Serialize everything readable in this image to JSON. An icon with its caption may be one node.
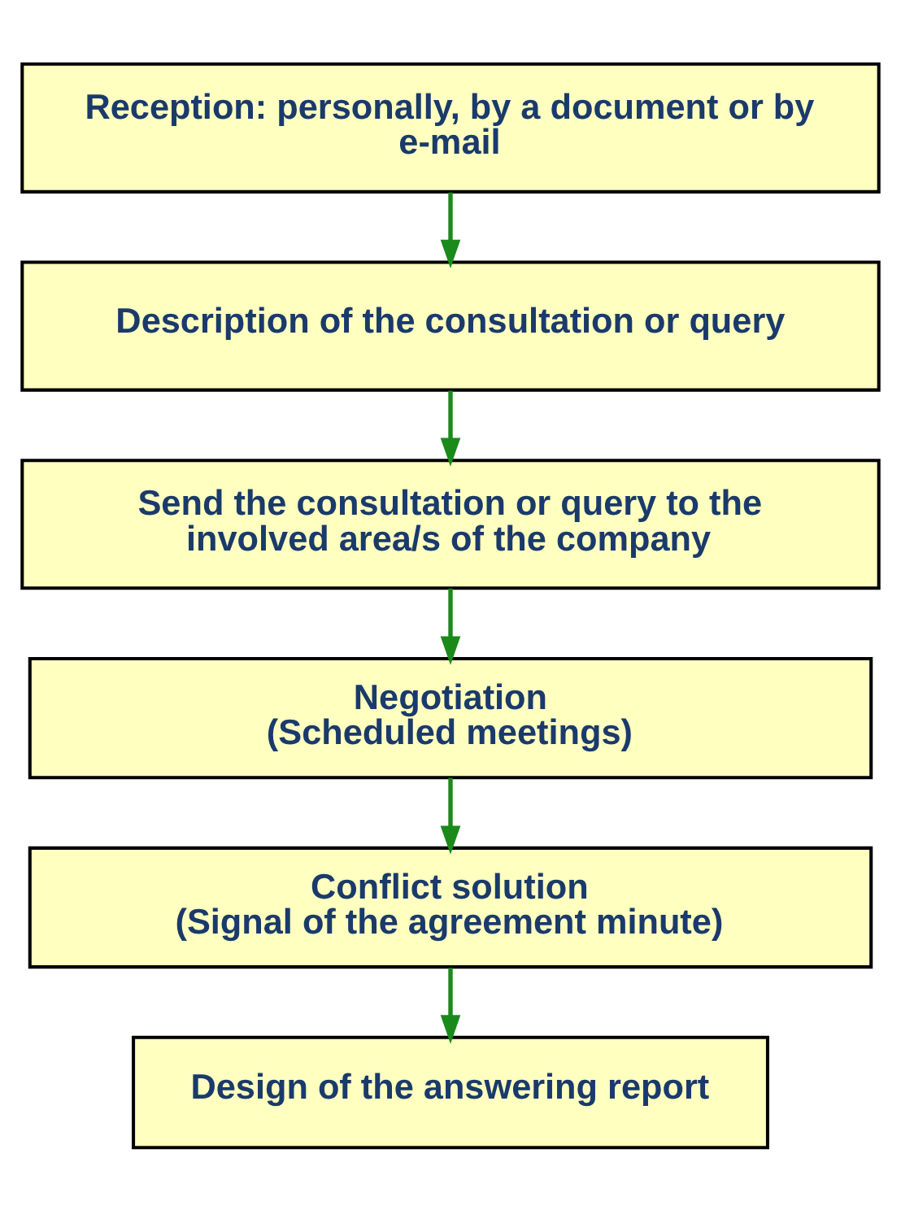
{
  "diagram": {
    "nodes": [
      {
        "text": [
          "Reception: personally, by a document or by e-mail"
        ]
      },
      {
        "text": [
          "Description of the consultation or query"
        ]
      },
      {
        "text": [
          "Send the consultation or query to the involved area/s of the company"
        ]
      },
      {
        "text": [
          "Negotiation",
          "(Scheduled meetings)"
        ]
      },
      {
        "text": [
          "Conflict solution",
          "(Signal of the agreement minute)"
        ]
      },
      {
        "text": [
          "Design of the answering report"
        ]
      }
    ],
    "edges": [
      {
        "from": 0,
        "to": 1,
        "arrow": "to"
      },
      {
        "from": 1,
        "to": 2,
        "arrow": "to"
      },
      {
        "from": 2,
        "to": 3,
        "arrow": "to"
      },
      {
        "from": 3,
        "to": 4,
        "arrow": "to"
      },
      {
        "from": 4,
        "to": 5,
        "arrow": "to"
      }
    ]
  }
}
